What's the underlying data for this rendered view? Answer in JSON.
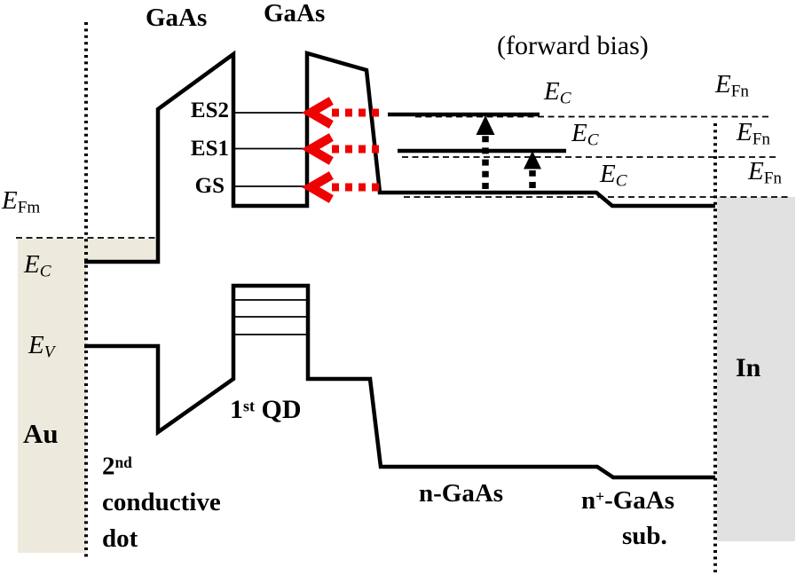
{
  "colors": {
    "au_fill": "#EDE9DC",
    "in_fill": "#E1E1E1",
    "red_arrow": "#EE0202",
    "line": "#000000"
  },
  "labels": {
    "gaas_left": "GaAs",
    "gaas_right": "GaAs",
    "forward_bias": "(forward bias)",
    "efm": {
      "base": "E",
      "sub": "Fm"
    },
    "ec_left": {
      "base": "E",
      "sub": "C"
    },
    "ev_left": {
      "base": "E",
      "sub": "V"
    },
    "au": "Au",
    "indium": "In",
    "levels": {
      "es2": "ES2",
      "es1": "ES1",
      "gs": "GS"
    },
    "second_dot": {
      "num": "2",
      "sup": "nd",
      "line2": "conductive",
      "line3": "dot"
    },
    "first_qd": {
      "num": "1",
      "sup": "st",
      "rest": " QD"
    },
    "n_gaas": "n-GaAs",
    "n_plus_gaas": {
      "pre": "n",
      "sup": "+",
      "rest": "-GaAs"
    },
    "substrate": "sub.",
    "ec_right1": {
      "base": "E",
      "sub": "C"
    },
    "ec_right2": {
      "base": "E",
      "sub": "C"
    },
    "ec_right3": {
      "base": "E",
      "sub": "C"
    },
    "efn1": {
      "base": "E",
      "sub": "Fn"
    },
    "efn2": {
      "base": "E",
      "sub": "Fn"
    },
    "efn3": {
      "base": "E",
      "sub": "Fn"
    }
  }
}
